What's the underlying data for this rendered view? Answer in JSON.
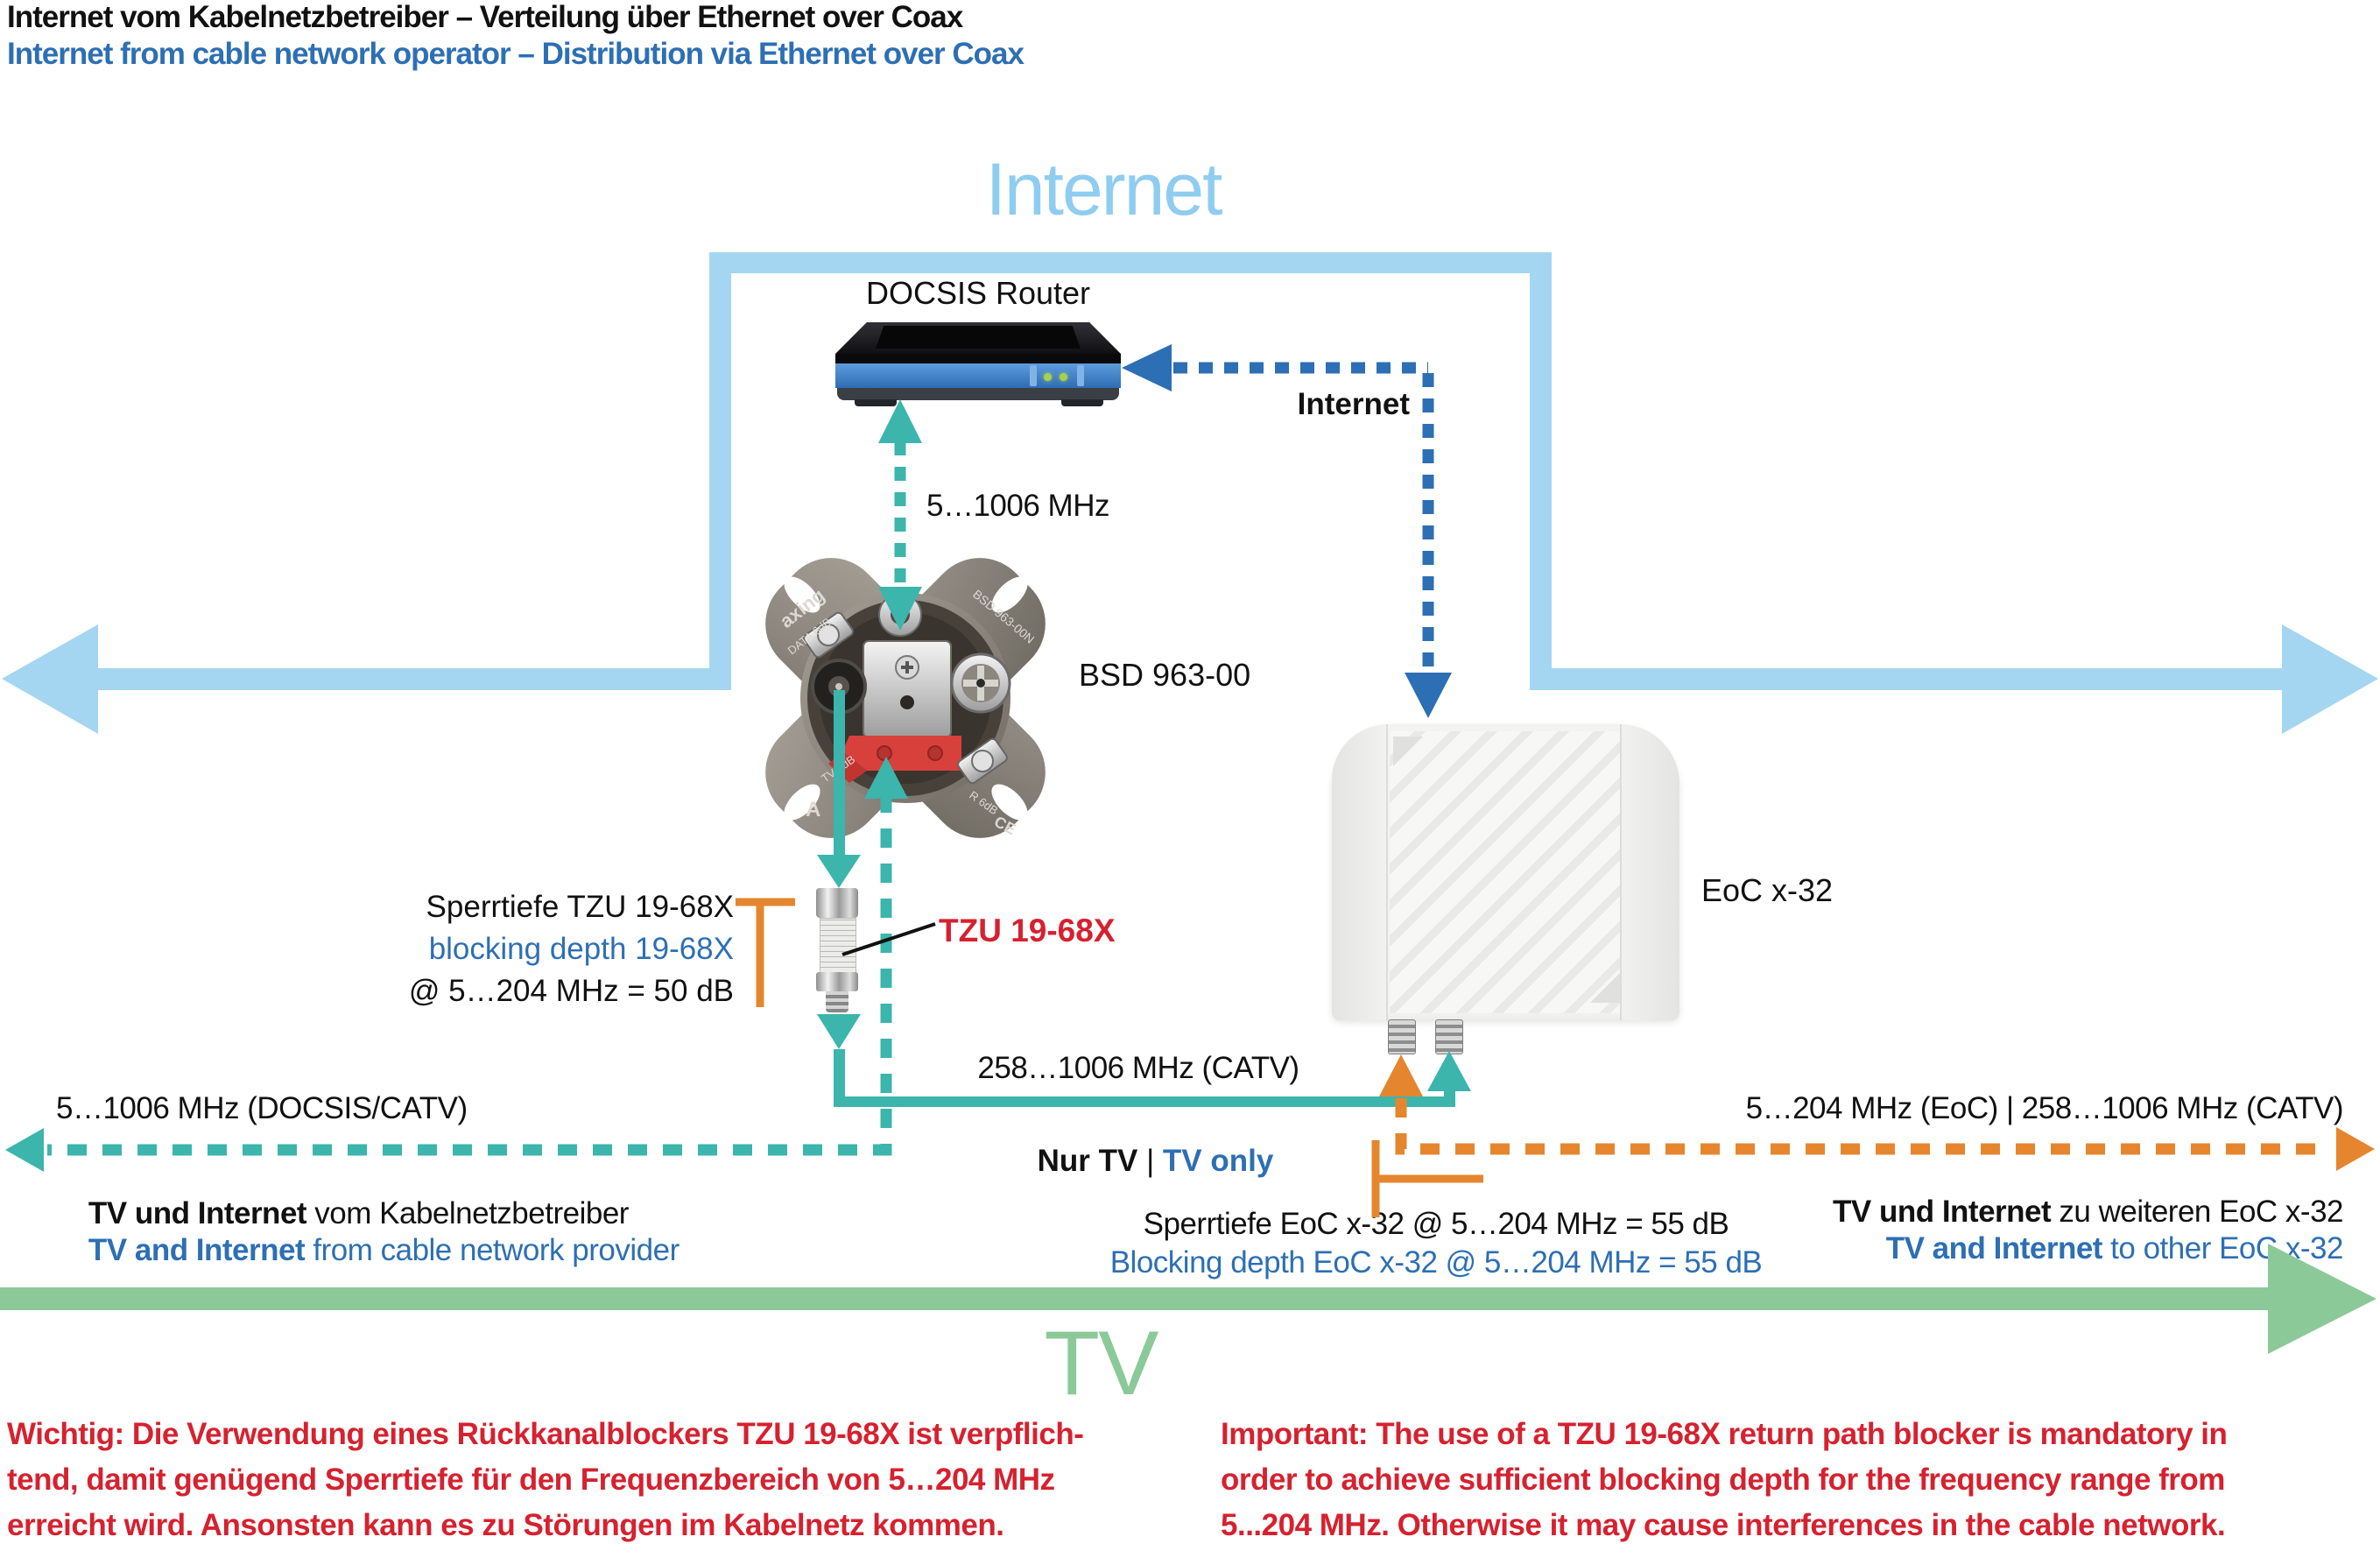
{
  "colors": {
    "light-blue": "#a4d6f2",
    "sky-text": "#8ecdf0",
    "blue": "#2d6fb4",
    "teal": "#3cb5ac",
    "orange": "#e5862e",
    "green": "#8cc999",
    "red": "#d6212f",
    "ink": "#111111"
  },
  "header": {
    "title_de": "Internet vom Kabelnetzbetreiber – Verteilung über Ethernet over Coax",
    "title_en": "Internet from cable network operator – Distribution via Ethernet over Coax"
  },
  "cloud": {
    "label": "Internet"
  },
  "router": {
    "label": "DOCSIS Router"
  },
  "net": {
    "internet_label": "Internet",
    "freq_router": "5…1006 MHz"
  },
  "outlet": {
    "label": "BSD 963-00",
    "plate": {
      "brand": "axing",
      "data_port": "DATA 6dB",
      "model": "BSD 963-00N",
      "tv_port": "TV 6dB",
      "r_port": "R 6dB",
      "class": "A",
      "ce": "CE"
    }
  },
  "filter": {
    "label": "TZU 19-68X",
    "depth_de": "Sperrtiefe TZU 19-68X",
    "depth_en": "blocking depth 19-68X",
    "depth_val": "@ 5…204 MHz = 50 dB"
  },
  "tv_line": {
    "freq": "258…1006 MHz (CATV)",
    "nur_tv": "Nur TV",
    "sep": " | ",
    "tv_only": "TV only"
  },
  "left_feed": {
    "freq": "5…1006 MHz (DOCSIS/CATV)",
    "de_bold": "TV und Internet",
    "de_rest": " vom Kabelnetzbetreiber",
    "en_bold": "TV and Internet",
    "en_rest": " from cable network provider"
  },
  "right_feed": {
    "freq": "5…204 MHz (EoC) | 258…1006 MHz (CATV)",
    "de_bold": "TV und Internet",
    "de_rest": " zu weiteren EoC x-32",
    "en_bold": "TV and Internet",
    "en_rest": " to other EoC x-32"
  },
  "eoc": {
    "label": "EoC x-32",
    "depth_de": "Sperrtiefe EoC x-32 @ 5…204 MHz = 55 dB",
    "depth_en": "Blocking depth EoC x-32 @ 5…204 MHz = 55 dB"
  },
  "tv": {
    "label": "TV"
  },
  "warning": {
    "de": [
      "Wichtig: Die Verwendung eines Rückkanalblockers TZU 19-68X ist verpflich-",
      "tend, damit genügend Sperrtiefe für den Frequenzbereich von 5…204 MHz",
      "erreicht wird. Ansonsten kann es zu Störungen im Kabelnetz kommen."
    ],
    "en": [
      "Important: The use of a TZU 19-68X return path blocker is mandatory in",
      "order to achieve sufficient blocking depth for the frequency range from",
      "5...204 MHz. Otherwise it may cause interferences in the cable network."
    ]
  }
}
